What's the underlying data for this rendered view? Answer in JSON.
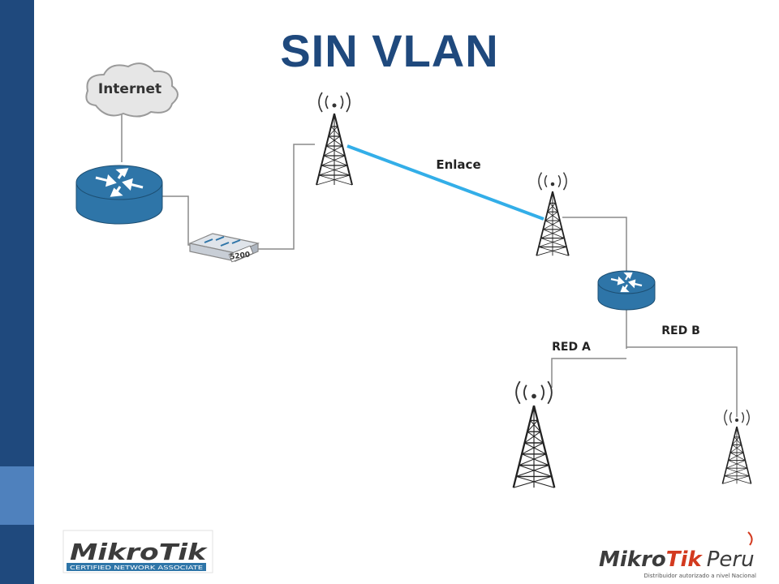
{
  "title": "SIN VLAN",
  "diagram": {
    "cloud_label": "Internet",
    "switch_label": "5200",
    "link_label": "Enlace",
    "net_a_label": "RED A",
    "net_b_label": "RED B",
    "link_color": "#33aee8",
    "device_color": "#2e75a8"
  },
  "footer": {
    "left_logo_text": "MikroTik",
    "left_logo_sub": "CERTIFIED NETWORK ASSOCIATE",
    "right_logo_text_a": "Mikro",
    "right_logo_text_b": "Tik",
    "right_logo_text_c": "Peru",
    "right_logo_sub": "Distribuidor autorizado a nivel Nacional"
  }
}
